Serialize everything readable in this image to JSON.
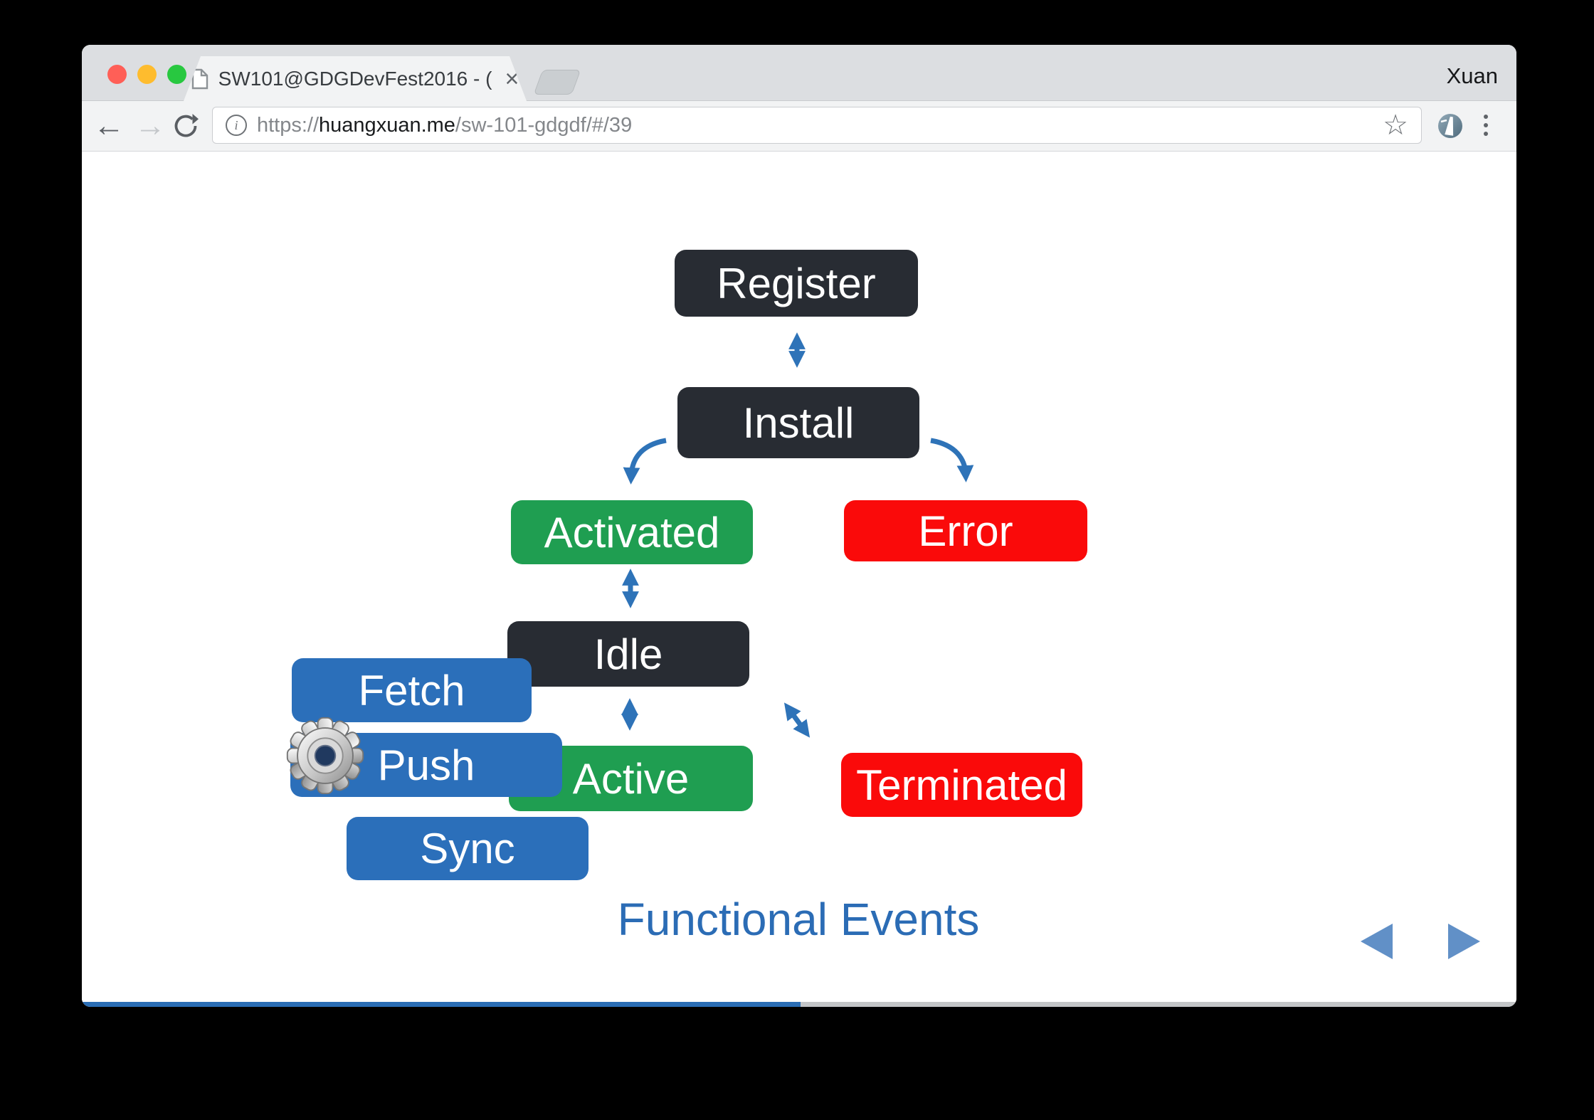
{
  "browser": {
    "profile_name": "Xuan",
    "tab_title": "SW101@GDGDevFest2016 - (",
    "url": {
      "protocol": "https://",
      "domain": "huangxuan.me",
      "path": "/sw-101-gdgdf/#/39"
    },
    "icons": {
      "back": "←",
      "forward": "→",
      "close": "×",
      "star": "☆",
      "info": "i"
    }
  },
  "slide": {
    "nodes": {
      "register": "Register",
      "install": "Install",
      "activated": "Activated",
      "error": "Error",
      "idle": "Idle",
      "fetch": "Fetch",
      "push": "Push",
      "active": "Active",
      "sync": "Sync",
      "terminated": "Terminated"
    },
    "caption": "Functional Events",
    "colors": {
      "lifecycle_dark": "#282c33",
      "state_green": "#1f9e51",
      "state_red": "#fa0a0a",
      "event_blue": "#2b6fba",
      "arrow_blue": "#2e73b8",
      "caption_blue": "#2b6cb5",
      "nav_arrow_blue": "#6190c7",
      "progress_blue": "#2a6db4"
    },
    "progress_percent": 50
  }
}
